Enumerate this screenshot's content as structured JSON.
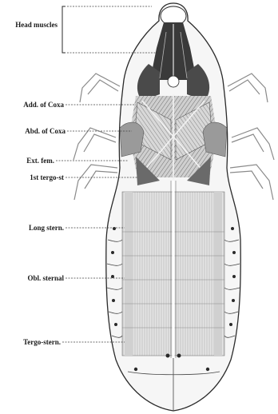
{
  "labels": {
    "head_muscles": "Head muscles",
    "add_coxa": "Add. of Coxa",
    "abd_coxa": "Abd. of Coxa",
    "ext_fem": "Ext. fem.",
    "tergo_st": "1st tergo-st",
    "long_stern": "Long stern.",
    "obl_sternal": "Obl. sternal",
    "tergo_stern": "Tergo-stern."
  },
  "colors": {
    "outline": "#2a2a2a",
    "muscle_dark": "#3a3a3a",
    "muscle_light": "#bdbdbd",
    "muscle_mid": "#8c8c8c"
  }
}
